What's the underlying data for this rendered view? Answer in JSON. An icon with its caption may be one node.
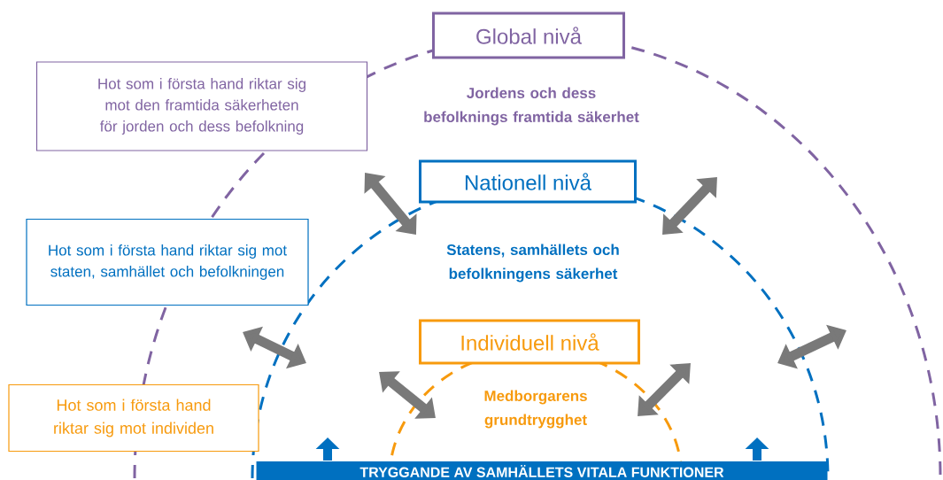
{
  "diagram": {
    "nodes": [
      {
        "text": [
          "Global nivå"
        ]
      },
      {
        "text": [
          "Hot som i första hand riktar sig mot den framtida säkerheten för jorden och dess befolkning"
        ]
      },
      {
        "text": [
          "Nationell nivå"
        ]
      },
      {
        "text": [
          "Hot som i första hand riktar sig mot staten, samhället och befolkningen"
        ]
      },
      {
        "text": [
          "Individuell nivå"
        ]
      },
      {
        "text": [
          "Hot som i första hand riktar sig mot individen"
        ]
      },
      {
        "text": [
          "TRYGGANDE AV SAMHÄLLETS VITALA FUNKTIONER"
        ]
      }
    ],
    "labels": [
      "Jordens och dess befolknings framtida säkerhet",
      "Statens, samhällets och befolkningens säkerhet",
      "Medborgarens grundtrygghet"
    ]
  }
}
